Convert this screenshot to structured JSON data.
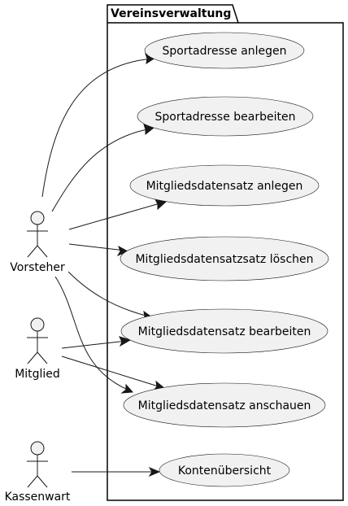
{
  "package": {
    "title": "Vereinsverwaltung"
  },
  "actors": [
    {
      "id": "vorsteher",
      "label": "Vorsteher"
    },
    {
      "id": "mitglied",
      "label": "Mitglied"
    },
    {
      "id": "kassenwart",
      "label": "Kassenwart"
    }
  ],
  "use_cases": [
    {
      "id": "uc1",
      "label": "Sportadresse anlegen"
    },
    {
      "id": "uc2",
      "label": "Sportadresse bearbeiten"
    },
    {
      "id": "uc3",
      "label": "Mitgliedsdatensatz anlegen"
    },
    {
      "id": "uc4",
      "label": "Mitgliedsdatensatzsatz löschen"
    },
    {
      "id": "uc5",
      "label": "Mitgliedsdatensatz bearbeiten"
    },
    {
      "id": "uc6",
      "label": "Mitgliedsdatensatz anschauen"
    },
    {
      "id": "uc7",
      "label": "Kontenübersicht"
    }
  ],
  "relations": [
    {
      "from": "vorsteher",
      "to": "uc1"
    },
    {
      "from": "vorsteher",
      "to": "uc2"
    },
    {
      "from": "vorsteher",
      "to": "uc3"
    },
    {
      "from": "vorsteher",
      "to": "uc4"
    },
    {
      "from": "vorsteher",
      "to": "uc5"
    },
    {
      "from": "vorsteher",
      "to": "uc6"
    },
    {
      "from": "mitglied",
      "to": "uc5"
    },
    {
      "from": "mitglied",
      "to": "uc6"
    },
    {
      "from": "kassenwart",
      "to": "uc7"
    }
  ]
}
